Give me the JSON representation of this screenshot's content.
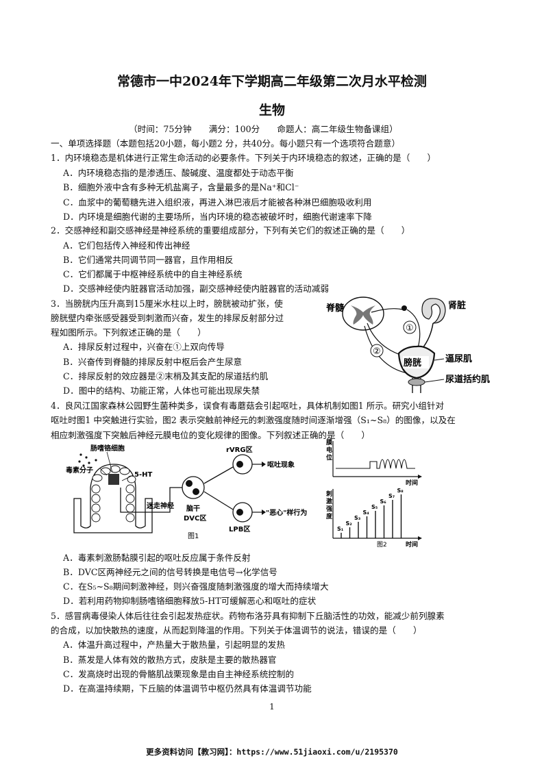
{
  "header": {
    "title": "常德市一中2024年下学期高二年级第二次月水平检测",
    "subject": "生物",
    "info": "（时间：75分钟　　满分：100分　　命题人：高二年级生物备课组）"
  },
  "section1": "一、单项选择题（本题包括20小题，每小题2 分，共40分。每小题只有一个选项符合题意）",
  "q1": {
    "stem": "1．内环境稳态是机体进行正常生命活动的必要条件。下列关于内环境稳态的叙述，正确的是（　　）",
    "a": "A．内环境稳态指的是渗透压、酸碱度、温度都处于动态平衡",
    "b": "B．细胞外液中含有多种无机盐离子，含量最多的是Na⁺和Cl⁻",
    "c": "C．血浆中的葡萄糖先进入组织液，再进入淋巴液后才能被各种淋巴细胞吸收利用",
    "d": "D．内环境是细胞代谢的主要场所，当内环境的稳态被破坏时，细胞代谢速率下降"
  },
  "q2": {
    "stem": "2．交感神经和副交感神经是神经系统的重要组成部分，下列有关它们的叙述正确的是（　　）",
    "a": "A．它们包括传入神经和传出神经",
    "b": "B．它们通常共同调节同一器官，且作用相反",
    "c": "C．它们都属于中枢神经系统中的自主神经系统",
    "d": "D．交感神经使内脏器官活动加强，副交感神经使内脏器官的活动减弱"
  },
  "q3": {
    "stem1": "3．当膀胱内压升高到15厘米水柱以上时，膀胱被动扩张，使",
    "stem2": "膀胱壁内牵张感受器受到刺激而兴奋，发生的排尿反射部分过",
    "stem3": "程如图所示。下列叙述正确的是（　　）",
    "a": "A．排尿反射过程中，兴奋在①上双向传导",
    "b": "B．兴奋传到脊髓的排尿反射中枢后会产生尿意",
    "c": "C．排尿反射的效应器是②末梢及其支配的尿道括约肌",
    "d": "D．图中的结构、功能正常，人体也可能出现尿失禁",
    "fig": {
      "spinal": "脊髓",
      "kidney": "肾脏",
      "one": "①",
      "two": "②",
      "bladder": "膀胱",
      "detrusor": "逼尿肌",
      "sphincter": "尿道括约肌"
    }
  },
  "q4": {
    "stem1": "4．良风江国家森林公园野生菌种类多，误食有毒蘑菇会引起呕吐，具体机制如图1 所示。研究小组针对",
    "stem2": "呕吐时图1 中突触进行实验，图2 表示突触前神经元的刺激强度随时间逐渐增强（S₁~S₈）的图像，以及在",
    "stem3": "相应刺激强度下突触后神经元膜电位的变化规律的图像。下列叙述正确的是（　　）",
    "a": "A．毒素刺激肠黏膜引起的呕吐反应属于条件反射",
    "b": "B．DVC区两神经元之间的信号转换是电信号→化学信号",
    "c": "C．在S₅~S₈期间刺激神经，则兴奋强度随刺激强度的增大而持续增大",
    "d": "D．若利用药物抑制肠嗜铬细胞释放5-HT可缓解恶心和呕吐的症状",
    "fig1": {
      "cell": "肠嗜铬细胞",
      "toxin": "毒素分子",
      "ht": "5-HT",
      "vagus": "迷走神经",
      "rvrg": "rVRG区",
      "vomit": "呕吐现象",
      "nausea": "\"恶心\"样行为",
      "brain1": "脑干",
      "brain2": "DVC区",
      "lpb": "LPB区",
      "caption": "图1"
    },
    "fig2": {
      "mp1": "膜",
      "mp2": "电",
      "mp3": "位",
      "time": "时间",
      "st1": "刺",
      "st2": "激",
      "st3": "强",
      "st4": "度",
      "caption": "图2",
      "stim_labels": [
        "S₁",
        "S₂",
        "S₃",
        "S₄",
        "S₅",
        "S₆",
        "S₇",
        "S₈"
      ],
      "stim_values": [
        1,
        2,
        3,
        4,
        5,
        6,
        7,
        8
      ]
    }
  },
  "q5": {
    "stem1": "5．感冒病毒侵染人体后往往会引起发热症状。药物布洛芬具有抑制下丘脑活性的功效，能减少前列腺素",
    "stem2": "的合成，以加快散热的速度，从而起到降温的作用。下列关于体温调节的说法，错误的是（　　）",
    "a": "A．体温升高过程中，产热量大于散热量，引起明显的发热",
    "b": "B．蒸发是人体有效的散热方式，皮肤是主要的散热器官",
    "c": "C．发高烧时出现的骨骼肌战栗现象是由自主神经系统控制的",
    "d": "D．在高温持续期，下丘脑的体温调节中枢仍然具有体温调节功能"
  },
  "page_number": "1",
  "footer": "更多资料访问【教习网】：https://www.51jiaoxi.com/u/2195370"
}
